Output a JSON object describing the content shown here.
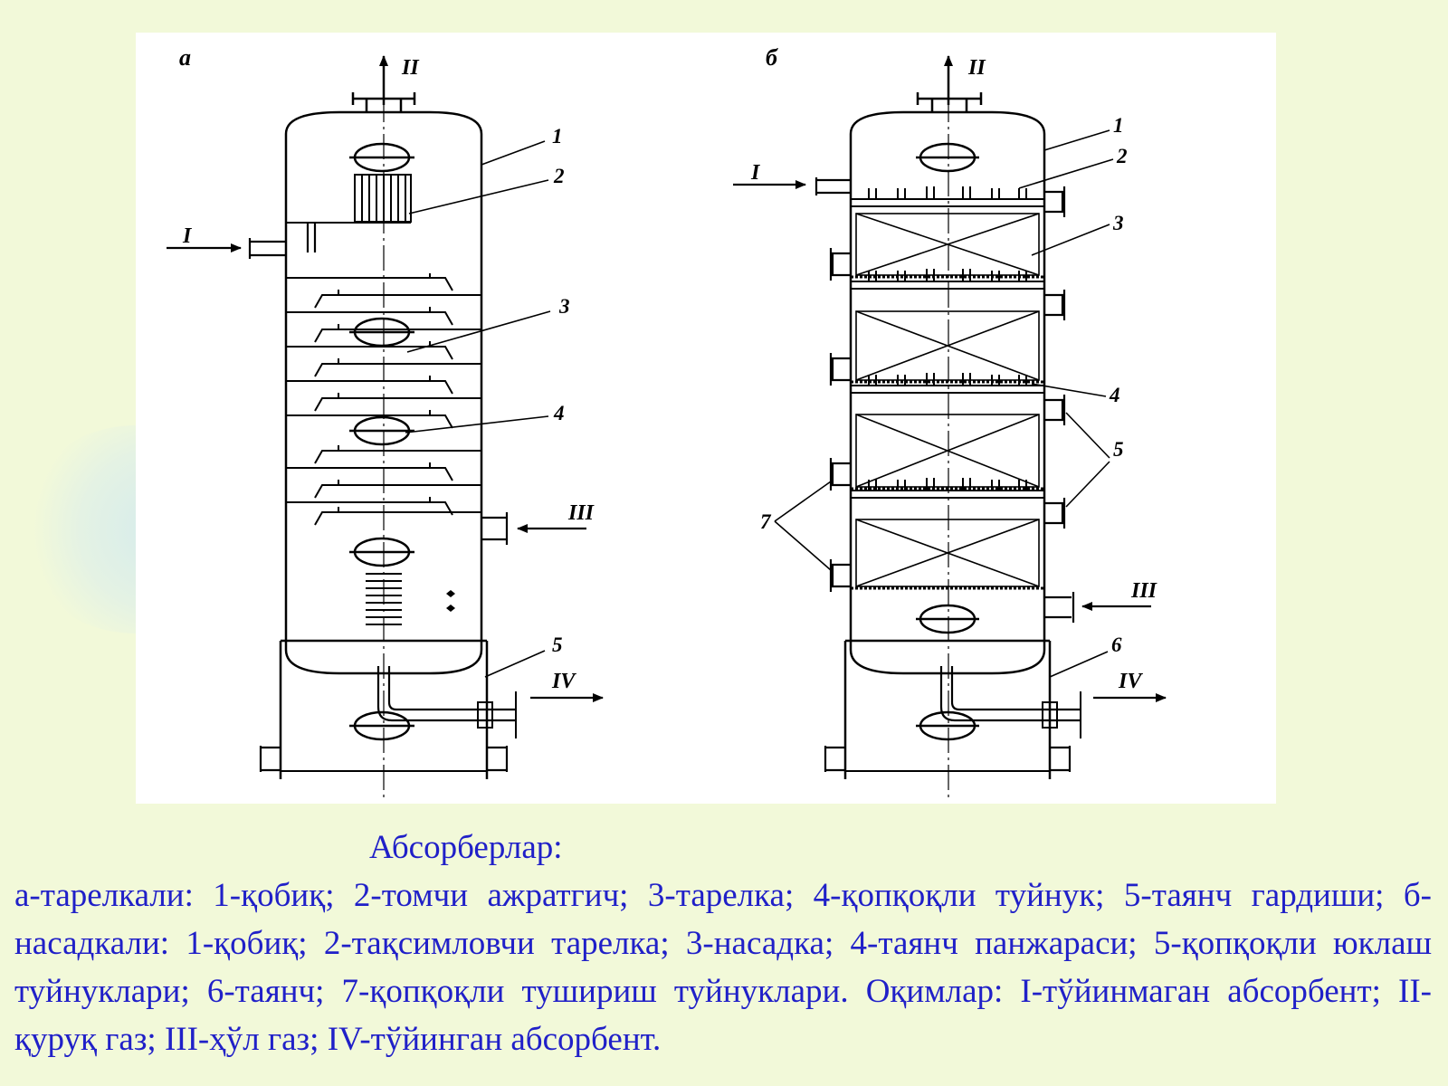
{
  "figure": {
    "panel_a_letter": "а",
    "panel_b_letter": "б",
    "streams": {
      "i": "I",
      "ii": "II",
      "iii": "III",
      "iv": "IV"
    },
    "panel_a_callouts": [
      "1",
      "2",
      "3",
      "4",
      "5"
    ],
    "panel_b_callouts": [
      "1",
      "2",
      "3",
      "4",
      "5",
      "6",
      "7"
    ]
  },
  "caption": {
    "title": "Абсорберлар:",
    "body": "а-тарелкали: 1-қобиқ; 2-томчи ажратгич; 3-тарелка; 4-қопқоқли туйнук; 5-таянч гардиши; б-насадкали: 1-қобиқ; 2-тақсимловчи тарелка; 3-насадка; 4-таянч панжараси; 5-қопқоқли юклаш туйнуклари; 6-таянч; 7-қопқоқли тушириш туйнуклари. Оқимлар: I-тўйинмаган абсорбент; II-қуруқ газ; III-ҳўл газ; IV-тўйинган абсорбент."
  },
  "colors": {
    "page_background": "#f2f9d9",
    "figure_background": "#ffffff",
    "caption_text": "#2020c8",
    "line_art": "#000000"
  }
}
